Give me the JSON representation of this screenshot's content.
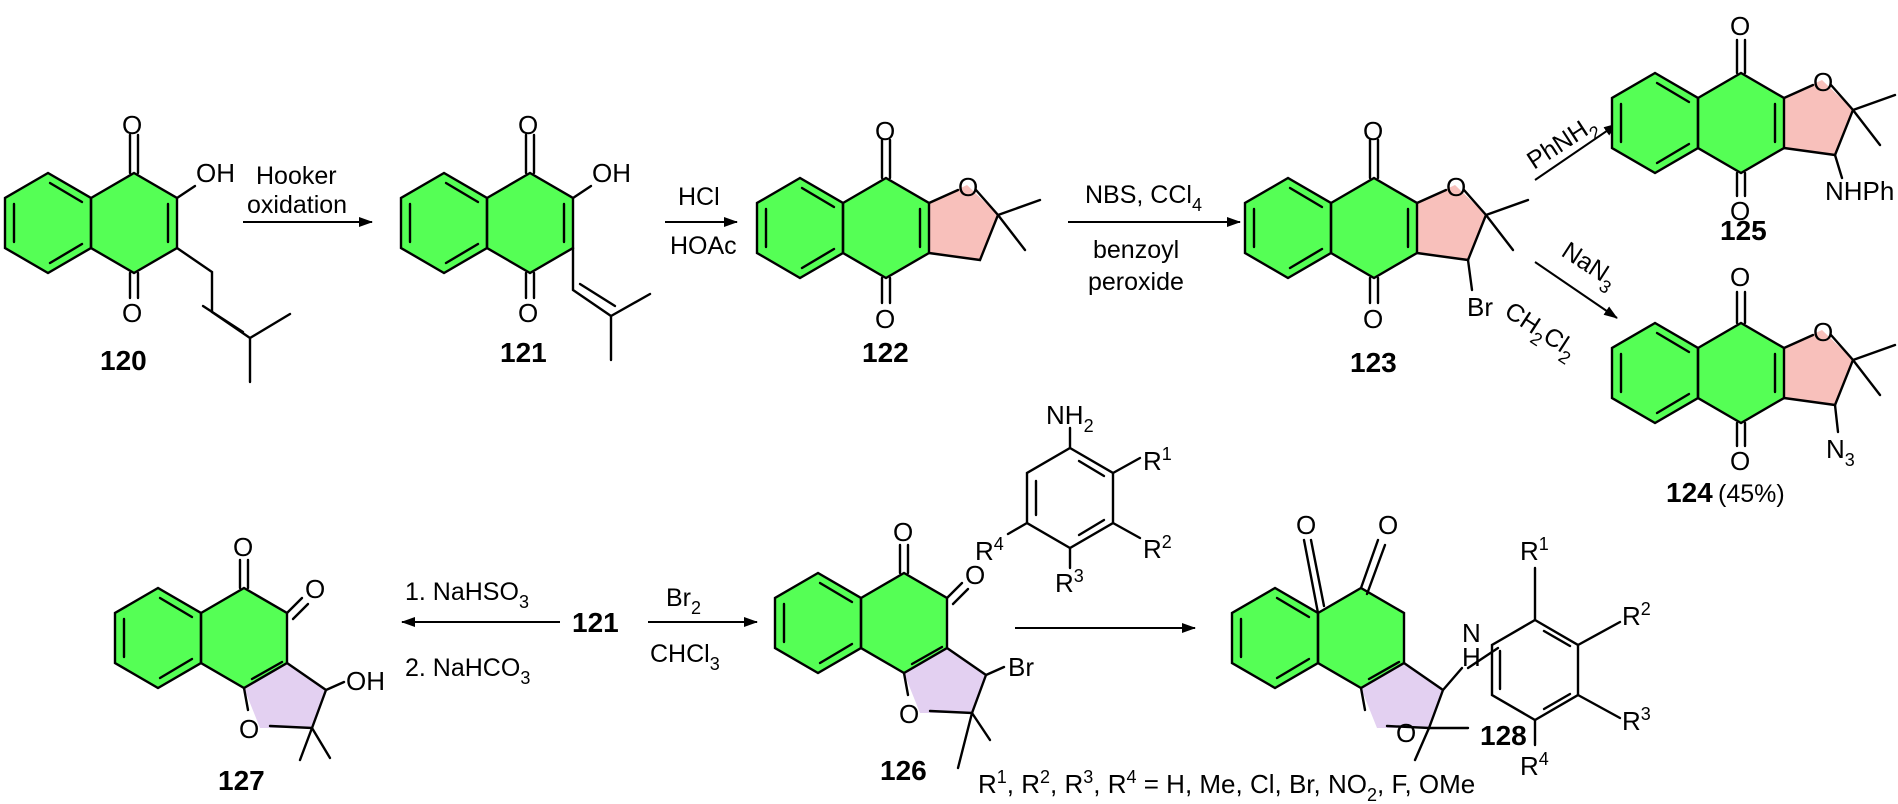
{
  "colors": {
    "aromatic_fill": "#55ff55",
    "furan_fill_salmon": "#f8c0bb",
    "furan_fill_lavender": "#e3d0f1"
  },
  "compounds": {
    "c120": "120",
    "c121": "121",
    "c122": "122",
    "c123": "123",
    "c124": "124",
    "c124_yield": "(45%)",
    "c125": "125",
    "c126": "126",
    "c127": "127",
    "c128": "128",
    "c121_ref": "121"
  },
  "atoms": {
    "oxygen": "O",
    "hydroxyl": "OH",
    "bromine": "Br",
    "anilino": "NHPh",
    "azide_N": "N",
    "azide_sub": "3",
    "amine_NH": "H",
    "amine_N": "N",
    "aniline_NH": "NH",
    "aniline_sub": "2",
    "R": "R",
    "r1": "1",
    "r2": "2",
    "r3": "3",
    "r4": "4"
  },
  "conditions": {
    "hooker_1": "Hooker",
    "hooker_2": "oxidation",
    "hcl": "HCl",
    "hoac": "HOAc",
    "nbs": "NBS, CCl",
    "nbs_sub": "4",
    "benzoyl": "benzoyl",
    "peroxide": "peroxide",
    "phnh2": "PhNH",
    "phnh2_sub": "2",
    "nan3": "NaN",
    "nan3_sub": "3",
    "ch2cl2_a": "CH",
    "ch2cl2_sub1": "2",
    "ch2cl2_b": "Cl",
    "ch2cl2_sub2": "2",
    "nahso3": "1. NaHSO",
    "nahso3_sub": "3",
    "nahco3": "2. NaHCO",
    "nahco3_sub": "3",
    "br2": "Br",
    "br2_sub": "2",
    "chcl3": "CHCl",
    "chcl3_sub": "3"
  },
  "footnote": {
    "r_list": "R1, R2, R3, R4 = H, Me, Cl, Br, NO2, F, OMe",
    "p1": "R",
    "p2": ", R",
    "p3": ", R",
    "p4": ", R",
    "p5": " = H, Me, Cl, Br, NO",
    "p6": ", F, OMe",
    "s1": "1",
    "s2": "2",
    "s3": "3",
    "s4": "4",
    "s5": "2"
  }
}
